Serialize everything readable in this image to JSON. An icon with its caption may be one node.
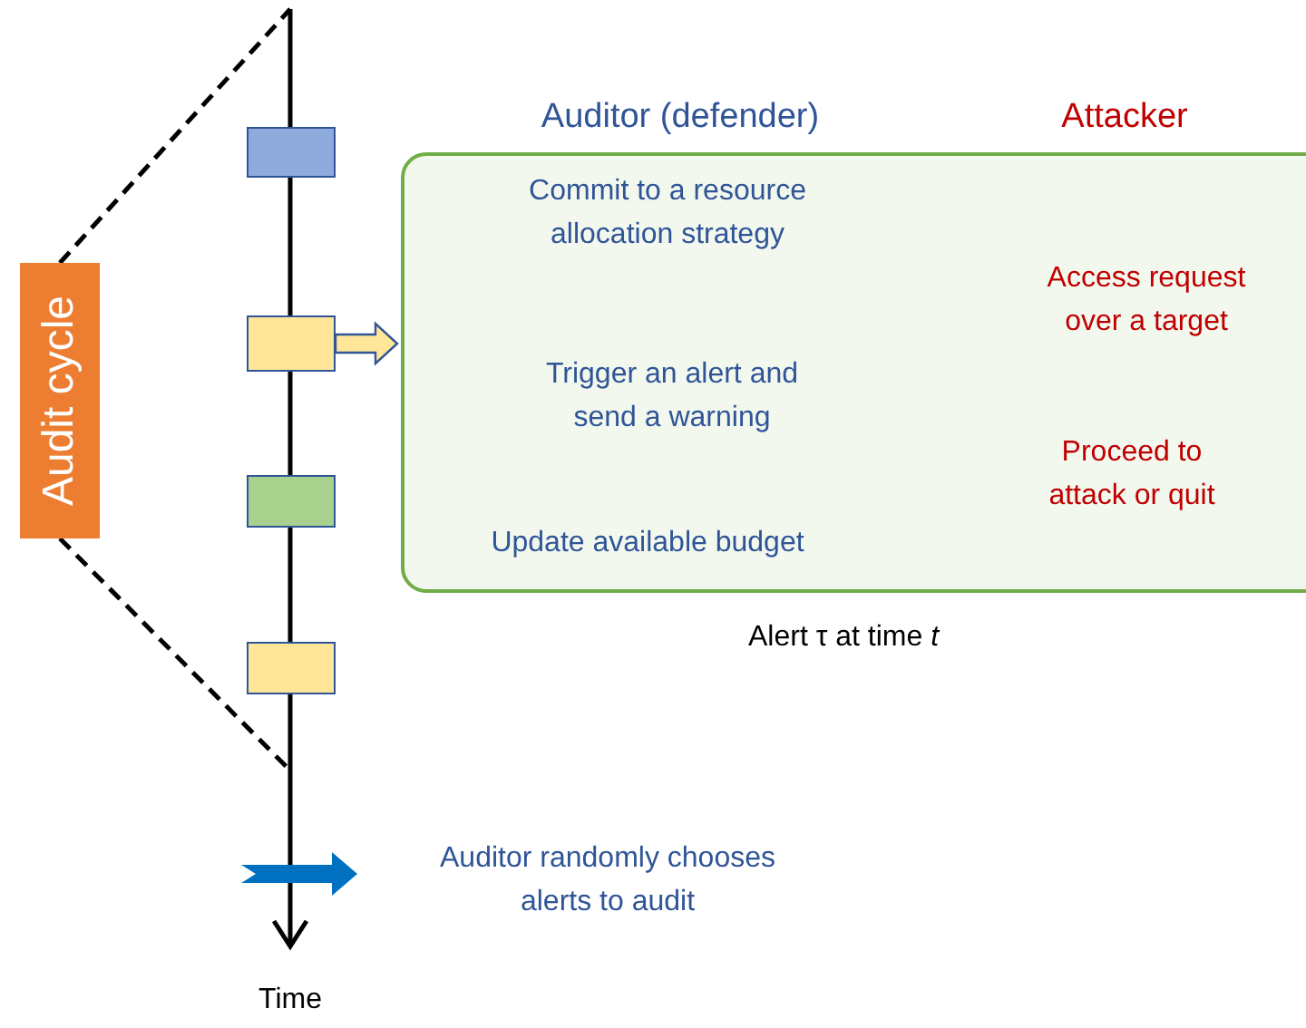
{
  "diagram": {
    "nodes": [
      {
        "text": [
          "Audit cycle"
        ]
      },
      {
        "text": [],
        "shape": "box"
      },
      {
        "text": [],
        "shape": "box"
      },
      {
        "text": [],
        "shape": "box"
      },
      {
        "text": [],
        "shape": "box"
      },
      {
        "text": [],
        "shape": "box"
      },
      {
        "text": [
          "Commit to a resource allocation strategy"
        ],
        "in": 5
      },
      {
        "text": [
          "Access request over a target"
        ],
        "in": 5
      },
      {
        "text": [
          "Trigger an alert and send a warning"
        ],
        "in": 5
      },
      {
        "text": [
          "Proceed to attack or quit"
        ],
        "in": 5
      },
      {
        "text": [
          "Update available budget"
        ],
        "in": 5
      },
      {
        "text": [],
        "shape": "arrow",
        "beside": [
          "Auditor randomly chooses alerts to audit"
        ]
      },
      {
        "text": [],
        "shape": "bar"
      }
    ],
    "edges": [
      {
        "from": 0,
        "to": 12,
        "arrow": "none",
        "style": "dashed"
      },
      {
        "from": 0,
        "to": 12,
        "arrow": "none",
        "style": "dashed"
      },
      {
        "from": 2,
        "to": 5,
        "arrow": "to"
      }
    ],
    "labels": [
      "Auditor (defender)",
      "Attacker",
      "Alert τ at time *t*",
      "Time"
    ]
  }
}
